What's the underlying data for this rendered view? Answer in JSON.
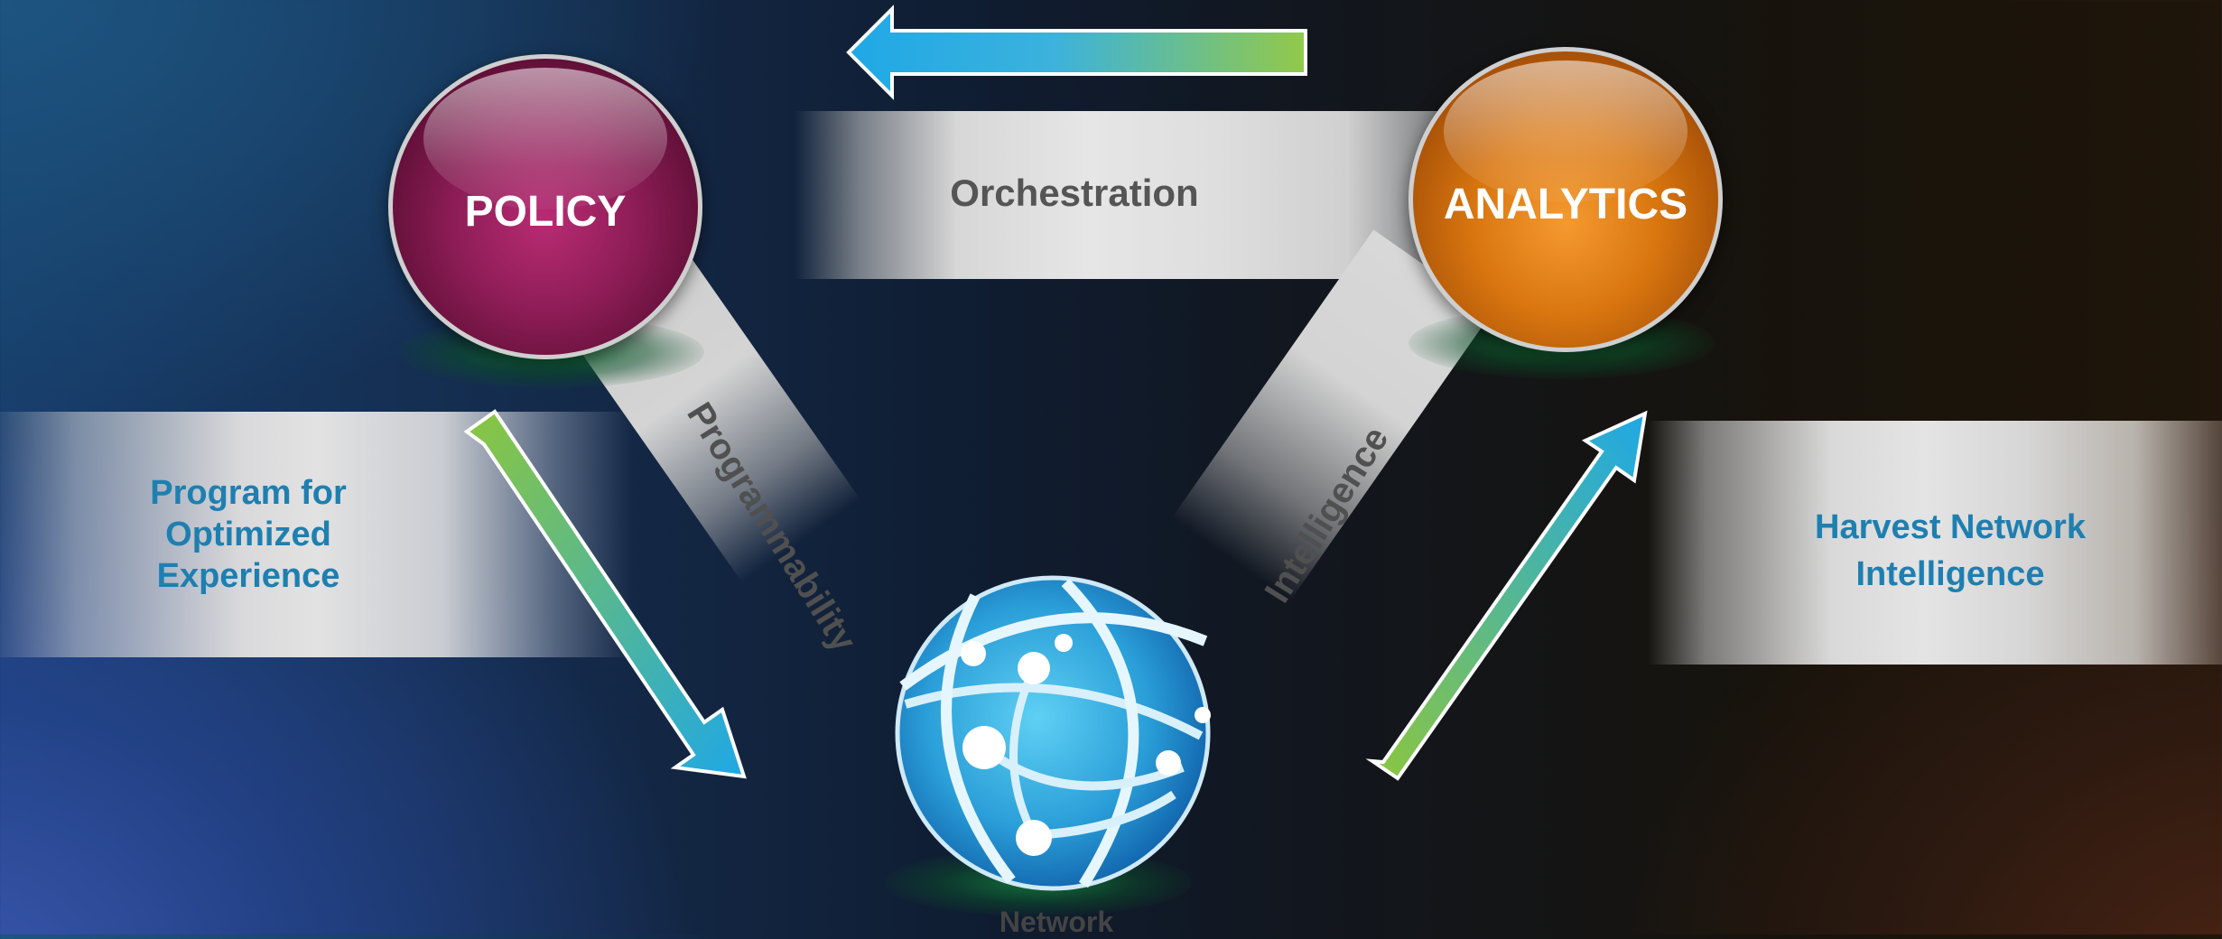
{
  "nodes": {
    "policy": "POLICY",
    "analytics": "ANALYTICS",
    "network": "Network"
  },
  "connectors": {
    "top": "Orchestration",
    "left": "Programmability",
    "right": "Intelligence"
  },
  "side_bands": {
    "left": [
      "Program for",
      "Optimized",
      "Experience"
    ],
    "right": [
      "Harvest Network",
      "Intelligence"
    ]
  },
  "colors": {
    "policy": "#9b1f60",
    "analytics": "#e07a14",
    "arrow_blue": "#29aee6",
    "arrow_green": "#8cc63f",
    "band_text": "#1e7fb0"
  },
  "icons": {
    "network": "globe-network-icon",
    "top_arrow": "arrow-left-icon",
    "left_arrow": "arrow-down-right-icon",
    "right_arrow": "arrow-up-right-icon"
  }
}
